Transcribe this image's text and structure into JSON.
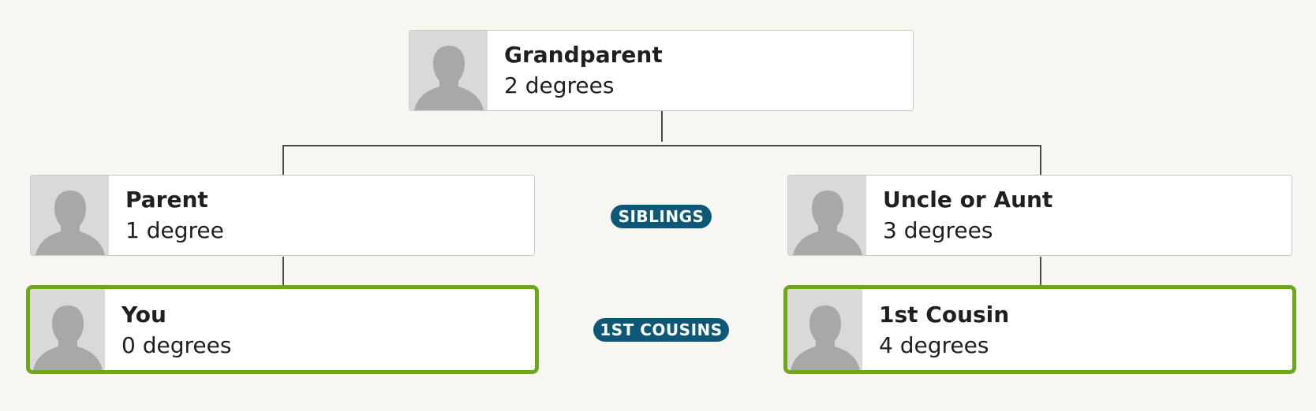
{
  "colors": {
    "background": "#f7f6f2",
    "card_border": "#c9c9c9",
    "highlight_border": "#6ca71f",
    "badge_background": "#0e5877",
    "avatar_background": "#d9d9d9",
    "avatar_silhouette": "#a8a8a8",
    "connector": "#4a4a4a"
  },
  "people": {
    "grandparent": {
      "name": "Grandparent",
      "degree": "2 degrees",
      "highlighted": false
    },
    "parent": {
      "name": "Parent",
      "degree": "1 degree",
      "highlighted": false
    },
    "uncle_aunt": {
      "name": "Uncle or Aunt",
      "degree": "3 degrees",
      "highlighted": false
    },
    "you": {
      "name": "You",
      "degree": "0 degrees",
      "highlighted": true
    },
    "cousin": {
      "name": "1st Cousin",
      "degree": "4 degrees",
      "highlighted": true
    }
  },
  "badges": {
    "siblings": "SIBLINGS",
    "first_cousins": "1ST COUSINS"
  },
  "icons": {
    "avatar": "person-silhouette-icon"
  }
}
